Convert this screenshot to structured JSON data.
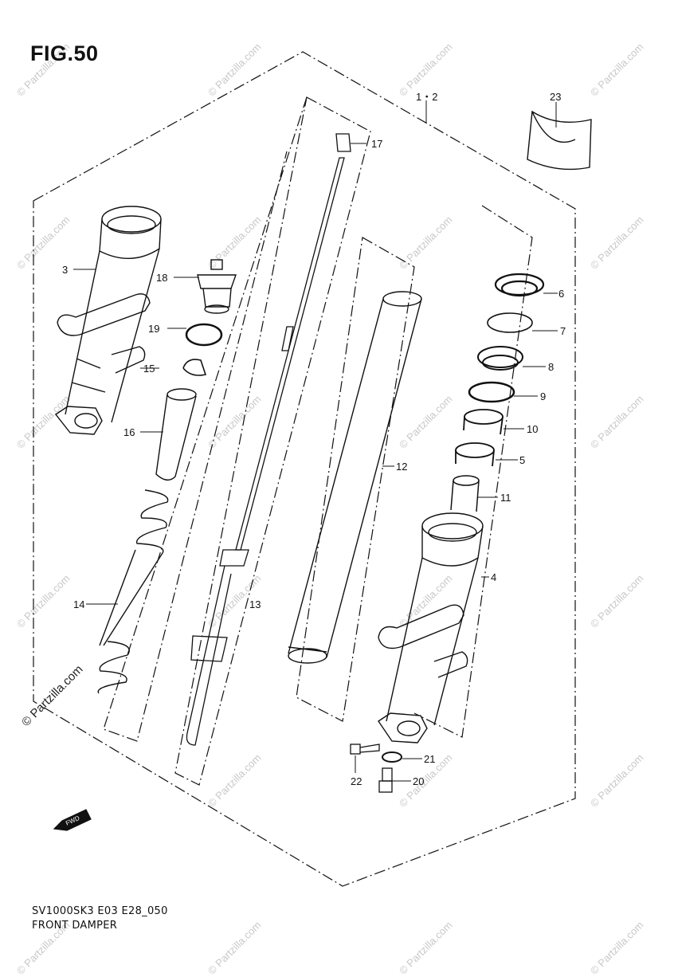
{
  "figure": {
    "title": "FIG.50",
    "footer_code": "SV1000SK3 E03 E28_050",
    "footer_name": "FRONT DAMPER",
    "watermark": "© Partzilla.com",
    "fwd_label": "FWD"
  },
  "callouts": [
    {
      "id": "1-2",
      "label": "1・2"
    },
    {
      "id": "23",
      "label": "23"
    },
    {
      "id": "17",
      "label": "17"
    },
    {
      "id": "3",
      "label": "3"
    },
    {
      "id": "18",
      "label": "18"
    },
    {
      "id": "19",
      "label": "19"
    },
    {
      "id": "15",
      "label": "15"
    },
    {
      "id": "16",
      "label": "16"
    },
    {
      "id": "14",
      "label": "14"
    },
    {
      "id": "13",
      "label": "13"
    },
    {
      "id": "12",
      "label": "12"
    },
    {
      "id": "6",
      "label": "6"
    },
    {
      "id": "7",
      "label": "7"
    },
    {
      "id": "8",
      "label": "8"
    },
    {
      "id": "9",
      "label": "9"
    },
    {
      "id": "10",
      "label": "10"
    },
    {
      "id": "5",
      "label": "5"
    },
    {
      "id": "11",
      "label": "11"
    },
    {
      "id": "4",
      "label": "4"
    },
    {
      "id": "21",
      "label": "21"
    },
    {
      "id": "22",
      "label": "22"
    },
    {
      "id": "20",
      "label": "20"
    }
  ]
}
